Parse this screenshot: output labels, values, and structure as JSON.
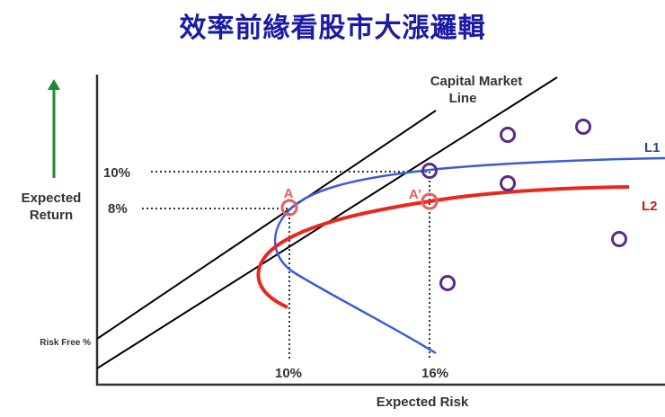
{
  "title": "效率前緣看股市大漲邏輯",
  "chart_data": {
    "type": "line",
    "title": "效率前緣看股市大漲邏輯",
    "xlabel": "Expected Risk",
    "ylabel": "Expected Return",
    "y_origin_label": "Risk Free %",
    "x_ticks": [
      "10%",
      "16%"
    ],
    "y_ticks": [
      "10%",
      "8%"
    ],
    "series": [
      {
        "name": "L1",
        "color": "#3b5bdb",
        "description": "efficient frontier (blue)"
      },
      {
        "name": "L2",
        "color": "#e8281c",
        "description": "shifted efficient frontier (red)"
      },
      {
        "name": "Capital Market Line",
        "color": "#000000",
        "description": "two parallel CML lines from risk-free rate"
      }
    ],
    "points": [
      {
        "label": "A",
        "risk": "10%",
        "return": "8%",
        "color": "#e8605a"
      },
      {
        "label": "A'",
        "risk": "16%",
        "return": "8%",
        "color": "#e8605a"
      },
      {
        "label": "",
        "risk": "16%",
        "return": "10%",
        "color": "#5b2a86"
      }
    ],
    "scatter_color": "#5b2a86",
    "grid": false,
    "legend": "inline labels L1, L2"
  },
  "labels": {
    "cml_line1": "Capital Market",
    "cml_line2": "Line",
    "y_axis_1": "Expected",
    "y_axis_2": "Return",
    "x_axis": "Expected Risk",
    "risk_free": "Risk Free %",
    "y_tick_10": "10%",
    "y_tick_8": "8%",
    "x_tick_10": "10%",
    "x_tick_16": "16%",
    "point_a": "A",
    "point_a_prime": "A’",
    "l1": "L1",
    "l2": "L2"
  }
}
